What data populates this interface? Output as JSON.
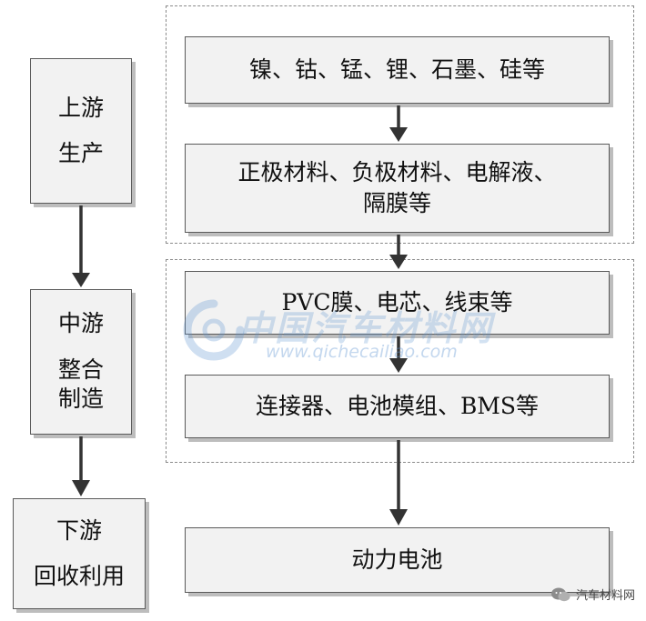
{
  "stages": {
    "upstream": {
      "line1": "上游",
      "line2": "生产"
    },
    "midstream": {
      "line1": "中游",
      "line2": "整合",
      "line3": "制造"
    },
    "downstream": {
      "line1": "下游",
      "line2": "回收利用"
    }
  },
  "flow": {
    "raw_materials": "镍、钴、锰、锂、石墨、硅等",
    "materials_line1": "正极材料、负极材料、电解液、",
    "materials_line2": "隔膜等",
    "components": "PVC膜、电芯、线束等",
    "modules": "连接器、电池模组、BMS等",
    "battery": "动力电池"
  },
  "watermark": {
    "main": "中国汽车材料网",
    "url": "www.qichecailiao.com",
    "footer": "汽车材料网",
    "color": "#6096d2"
  },
  "icons": [
    "arrow-down-icon",
    "wechat-icon",
    "watermark-ring-icon"
  ]
}
